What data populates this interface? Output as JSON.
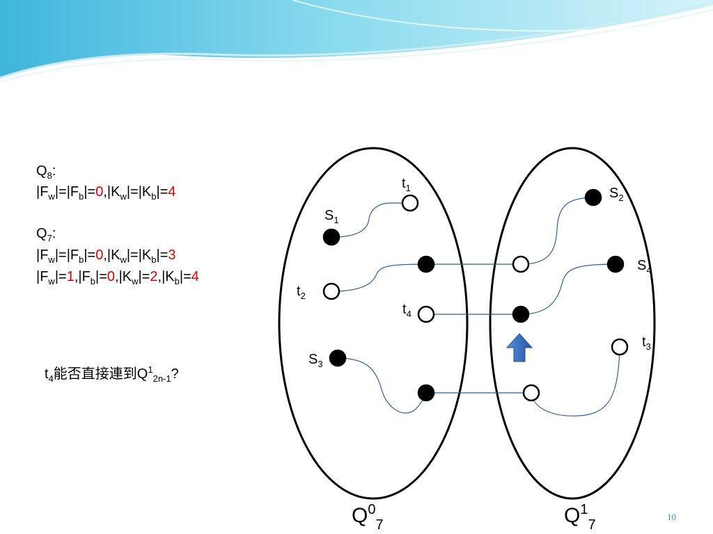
{
  "slide": {
    "page_number": "10",
    "question": {
      "t": "t",
      "t_sub": "4",
      "cjk": "能否直接連到Q",
      "sup": "1",
      "sub": "2n-1",
      "end": "?"
    }
  },
  "conditions": {
    "q8": {
      "label": "Q",
      "sub": "8",
      "colon": ":"
    },
    "q8_line": {
      "F": "F",
      "w": "w",
      "b": "b",
      "K": "K",
      "fvals": "0",
      "kvals": "4"
    },
    "q7": {
      "label": "Q",
      "sub": "7",
      "colon": ":"
    },
    "q7_line1": {
      "fvals": "0",
      "kvals": "3"
    },
    "q7_line2": {
      "fw": "1",
      "fb": "0",
      "kw": "2",
      "kb": "4"
    }
  },
  "sets": {
    "left": {
      "Q": "Q",
      "sup": "0",
      "sub": "7"
    },
    "right": {
      "Q": "Q",
      "sup": "1",
      "sub": "7"
    }
  },
  "labels": {
    "t1": {
      "base": "t",
      "sub": "1"
    },
    "s1": {
      "base": "S",
      "sub": "1"
    },
    "t2": {
      "base": "t",
      "sub": "2"
    },
    "t4": {
      "base": "t",
      "sub": "4"
    },
    "s3": {
      "base": "S",
      "sub": "3"
    },
    "s2": {
      "base": "S",
      "sub": "2"
    },
    "s4": {
      "base": "S",
      "sub": "4"
    },
    "t3": {
      "base": "t",
      "sub": "3"
    }
  },
  "colors": {
    "curve": "#2f5f9e",
    "arrow": "#2e6bbf",
    "highlight": "#e00000",
    "wave_top": "#7fd3ea"
  }
}
